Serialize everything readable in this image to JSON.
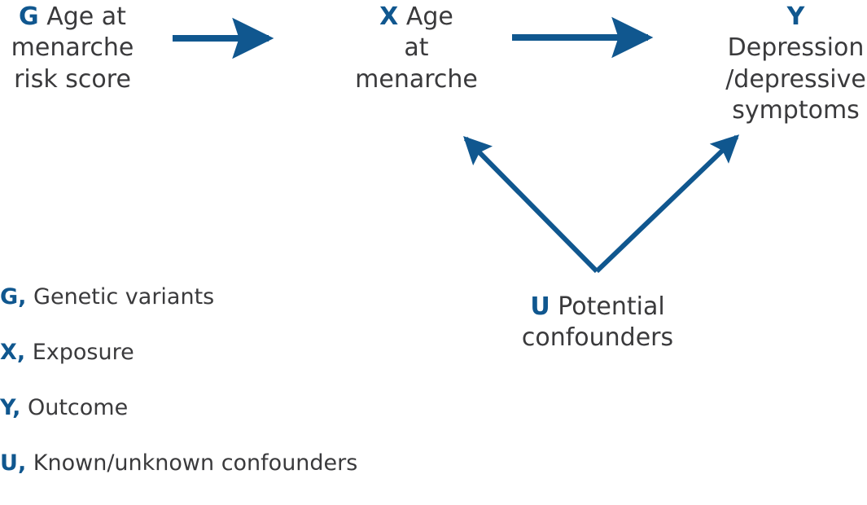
{
  "diagram": {
    "type": "causal-dag",
    "colors": {
      "accent": "#10578f",
      "text": "#3a3a3c",
      "background": "#ffffff"
    },
    "nodes": [
      {
        "id": "G",
        "symbol": "G",
        "lines": [
          "Age at",
          "menarche",
          "risk score"
        ],
        "label": "G Age at menarche risk score"
      },
      {
        "id": "X",
        "symbol": "X",
        "lines": [
          "Age",
          "at",
          "menarche"
        ],
        "label": "X Age at menarche"
      },
      {
        "id": "Y",
        "symbol": "Y",
        "lines": [
          "Depression",
          "/depressive",
          "symptoms"
        ],
        "label": "Y Depression/depressive symptoms"
      },
      {
        "id": "U",
        "symbol": "U",
        "lines": [
          "Potential",
          "confounders"
        ],
        "label": "U Potential confounders"
      }
    ],
    "edges": [
      {
        "id": "g-to-x",
        "from": "G",
        "to": "X",
        "style": "solid-arrow",
        "direction": "right"
      },
      {
        "id": "x-to-y",
        "from": "X",
        "to": "Y",
        "style": "solid-arrow",
        "direction": "right"
      },
      {
        "id": "u-to-x",
        "from": "U",
        "to": "X",
        "style": "solid-arrow",
        "direction": "up-left"
      },
      {
        "id": "u-to-y",
        "from": "U",
        "to": "Y",
        "style": "solid-arrow",
        "direction": "up-right"
      }
    ]
  },
  "node_text": {
    "g": {
      "symbol": "G",
      "line1": "Age at",
      "line2": "menarche",
      "line3": "risk score"
    },
    "x": {
      "symbol": "X",
      "line1": "Age",
      "line2": "at",
      "line3": "menarche"
    },
    "y": {
      "symbol": "Y",
      "line1": "Depression",
      "line2": "/depressive",
      "line3": "symptoms"
    },
    "u": {
      "symbol": "U",
      "line1": "Potential",
      "line2": "confounders"
    }
  },
  "legend": {
    "separator": ",",
    "items": [
      {
        "symbol": "G",
        "description": "Genetic variants"
      },
      {
        "symbol": "X",
        "description": "Exposure"
      },
      {
        "symbol": "Y",
        "description": "Outcome"
      },
      {
        "symbol": "U",
        "description": "Known/unknown confounders"
      }
    ]
  }
}
